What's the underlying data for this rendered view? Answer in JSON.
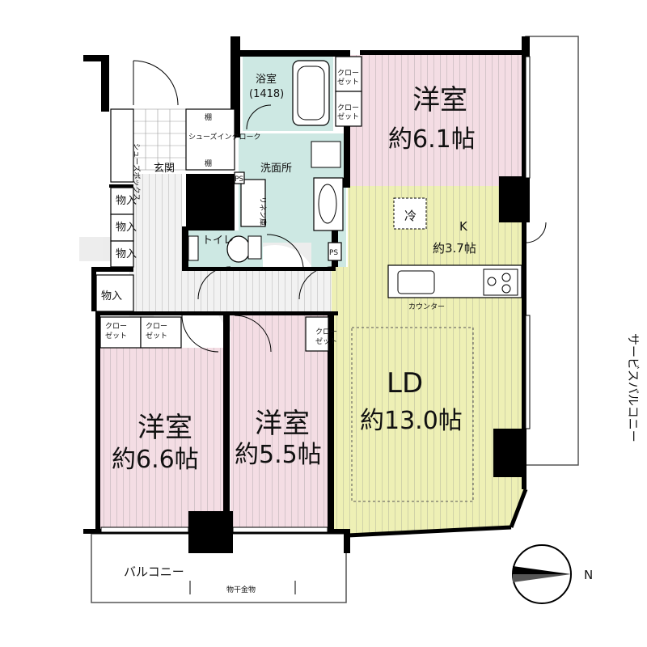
{
  "colors": {
    "bedroom": "#f4dde4",
    "living": "#eef0b5",
    "wet": "#cde8e3",
    "floor": "#f2f2f2",
    "wall": "#000000",
    "watermark": "#dedede"
  },
  "rooms": {
    "bedroom_ne": {
      "name": "洋室",
      "size": "約6.1帖"
    },
    "bedroom_sw": {
      "name": "洋室",
      "size": "約6.6帖"
    },
    "bedroom_s": {
      "name": "洋室",
      "size": "約5.5帖"
    },
    "ld": {
      "name": "LD",
      "size": "約13.0帖"
    },
    "kitchen": {
      "name": "K",
      "size": "約3.7帖"
    },
    "bath": {
      "name": "浴室",
      "size": "(1418)"
    },
    "washroom": {
      "name": "洗面所"
    },
    "toilet": {
      "name": "トイレ"
    },
    "entrance": {
      "name": "玄関"
    }
  },
  "labels": {
    "closet": "クローゼット",
    "closet_line1": "クロー",
    "closet_line2": "ゼット",
    "shoebox": "シューズボックス",
    "shoe_in_cloak": "シューズインクローク",
    "storage": "物入",
    "linen": "リネン庫",
    "ps": "PS",
    "fridge": "冷",
    "counter": "カウンター",
    "shelf": "棚",
    "balcony": "バルコニー",
    "service_balcony": "サービスバルコニー",
    "drying_rack": "物干金物",
    "north": "N"
  }
}
